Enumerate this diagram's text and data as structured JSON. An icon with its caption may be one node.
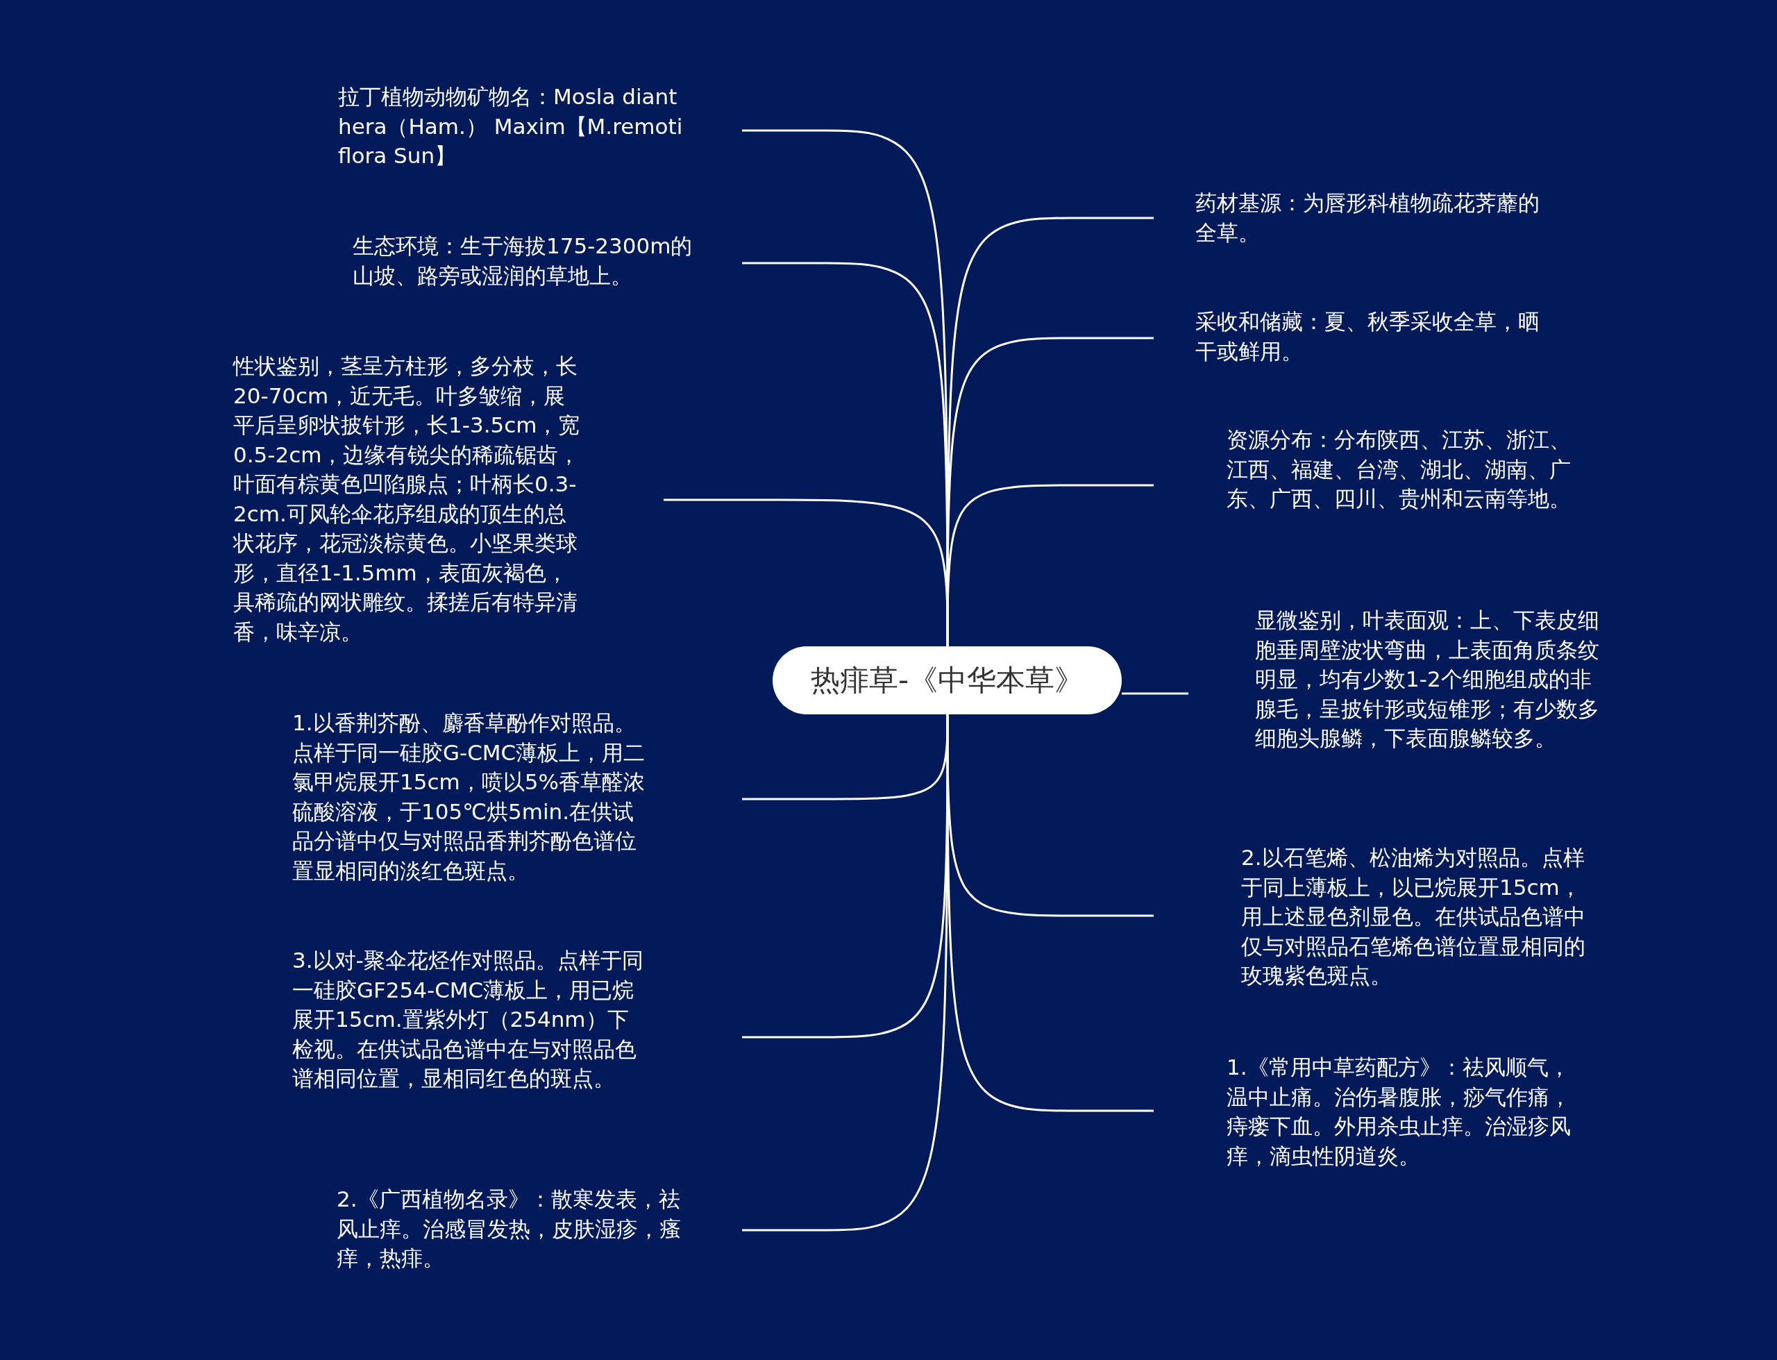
{
  "diagram": {
    "nodes": [
      {
        "text": [
          "热痱草-《中华本草》"
        ]
      },
      {
        "text": [
          "拉丁植物动物矿物名：Mosla dianthera（Ham.） Maxim【M.remotiflora Sun】"
        ]
      },
      {
        "text": [
          "生态环境：生于海拔175-2300m的山坡、路旁或湿润的草地上。"
        ]
      },
      {
        "text": [
          "性状鉴别，茎呈方柱形，多分枝，长20-70cm，近无毛。叶多皱缩，展平后呈卵状披针形，长1-3.5cm，宽0.5-2cm，边缘有锐尖的稀疏锯齿，叶面有棕黄色凹陷腺点；叶柄长0.3-2cm.可风轮伞花序组成的顶生的总状花序，花冠淡棕黄色。小坚果类球形，直径1-1.5mm，表面灰褐色，具稀疏的网状雕纹。揉搓后有特异清香，味辛凉。"
        ]
      },
      {
        "text": [
          "1.以香荆芥酚、麝香草酚作对照品。点样于同一硅胶G-CMC薄板上，用二氯甲烷展开15cm，喷以5%香草醛浓硫酸溶液，于105℃烘5min.在供试品分谱中仅与对照品香荆芥酚色谱位置显相同的淡红色斑点。"
        ]
      },
      {
        "text": [
          "3.以对-聚伞花烃作对照品。点样于同一硅胶GF254-CMC薄板上，用已烷展开15cm.置紫外灯（254nm）下检视。在供试品色谱中在与对照品色谱相同位置，显相同红色的斑点。"
        ]
      },
      {
        "text": [
          "2.《广西植物名录》：散寒发表，祛风止痒。治感冒发热，皮肤湿疹，瘙痒，热痱。"
        ]
      },
      {
        "text": [
          "药材基源：为唇形科植物疏花荠蘼的全草。"
        ]
      },
      {
        "text": [
          "采收和储藏：夏、秋季采收全草，晒干或鲜用。"
        ]
      },
      {
        "text": [
          "资源分布：分布陕西、江苏、浙江、江西、福建、台湾、湖北、湖南、广东、广西、四川、贵州和云南等地。"
        ]
      },
      {
        "text": [
          "显微鉴别，叶表面观：上、下表皮细胞垂周壁波状弯曲，上表面角质条纹明显，均有少数1-2个细胞组成的非腺毛，呈披针形或短锥形；有少数多细胞头腺鳞，下表面腺鳞较多。"
        ]
      },
      {
        "text": [
          "2.以石笔烯、松油烯为对照品。点样于同上薄板上，以已烷展开15cm，用上述显色剂显色。在供试品色谱中仅与对照品石笔烯色谱位置显相同的玫瑰紫色斑点。"
        ]
      },
      {
        "text": [
          "1.《常用中草药配方》：祛风顺气，温中止痛。治伤暑腹胀，痧气作痛，痔瘘下血。外用杀虫止痒。治湿疹风痒，滴虫性阴道炎。"
        ]
      }
    ],
    "edges": [
      {
        "from": 0,
        "to": 1,
        "arrow": "none"
      },
      {
        "from": 0,
        "to": 2,
        "arrow": "none"
      },
      {
        "from": 0,
        "to": 3,
        "arrow": "none"
      },
      {
        "from": 0,
        "to": 4,
        "arrow": "none"
      },
      {
        "from": 0,
        "to": 5,
        "arrow": "none"
      },
      {
        "from": 0,
        "to": 6,
        "arrow": "none"
      },
      {
        "from": 0,
        "to": 7,
        "arrow": "none"
      },
      {
        "from": 0,
        "to": 8,
        "arrow": "none"
      },
      {
        "from": 0,
        "to": 9,
        "arrow": "none"
      },
      {
        "from": 0,
        "to": 10,
        "arrow": "none"
      },
      {
        "from": 0,
        "to": 11,
        "arrow": "none"
      },
      {
        "from": 0,
        "to": 12,
        "arrow": "none"
      }
    ]
  }
}
